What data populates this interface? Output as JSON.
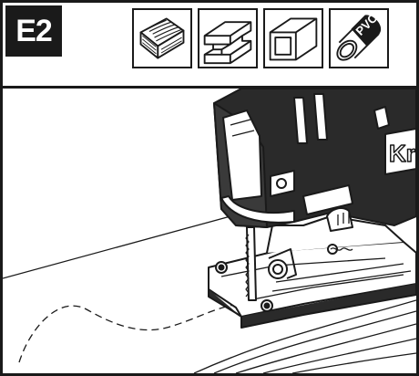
{
  "step": {
    "label": "E2"
  },
  "materials": [
    {
      "name": "wood",
      "icon": "wood-plank-icon"
    },
    {
      "name": "aluminum-profile",
      "icon": "aluminum-profile-icon"
    },
    {
      "name": "steel-profile",
      "icon": "metal-square-profile-icon"
    },
    {
      "name": "pvc-pipe",
      "icon": "pvc-pipe-icon",
      "text": "PVC"
    }
  ],
  "tool": {
    "brand_text": "Kr"
  },
  "colors": {
    "ink": "#1a1a1a",
    "background": "#ffffff",
    "tool_body": "#2a2a2a"
  }
}
